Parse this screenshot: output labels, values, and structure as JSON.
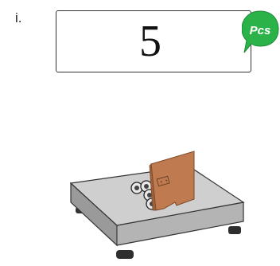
{
  "step": {
    "label": "i."
  },
  "display": {
    "value": "5"
  },
  "unit": {
    "label": "Pcs",
    "color": "#2bb34a"
  },
  "illustration": {
    "box_color": "#c07a4f",
    "platform_color": "#cfcfcf"
  }
}
